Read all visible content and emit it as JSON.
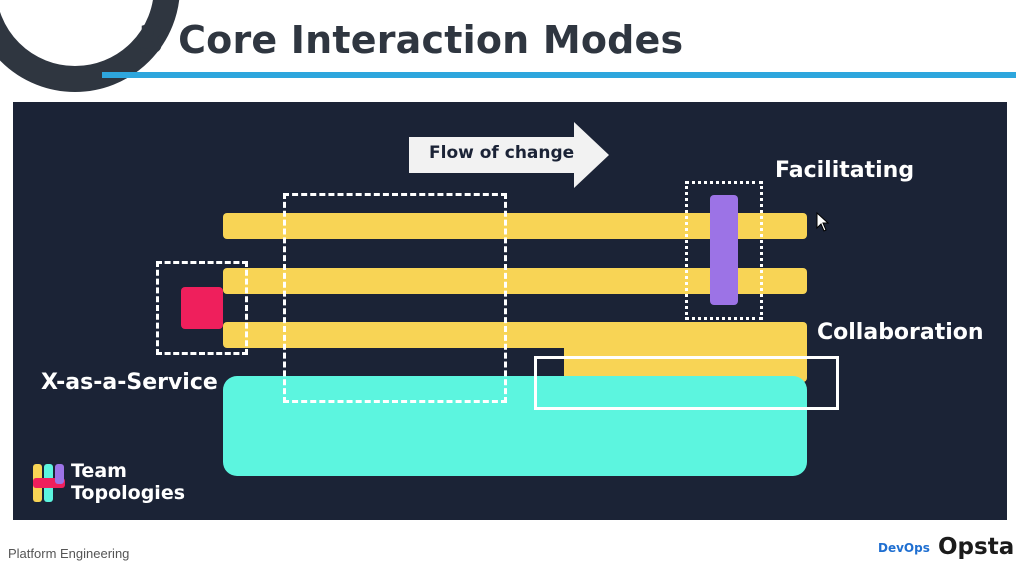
{
  "slide": {
    "title": "3 Core Interaction Modes",
    "footer": "Platform Engineering"
  },
  "diagram": {
    "arrow_label": "Flow of change",
    "labels": {
      "facilitating": "Facilitating",
      "collaboration": "Collaboration",
      "xaas": "X-as-a-Service"
    },
    "logo": {
      "line1": "Team",
      "line2": "Topologies"
    }
  },
  "branding": {
    "devops": "DevOps",
    "opsta": "Opsta"
  },
  "colors": {
    "background": "#1b2336",
    "stream_team": "#f8d455",
    "platform_team": "#5cf5df",
    "enabling_team": "#9c73e6",
    "complicated_subsystem": "#ef1f5c",
    "accent_rule": "#2ea6dd"
  }
}
